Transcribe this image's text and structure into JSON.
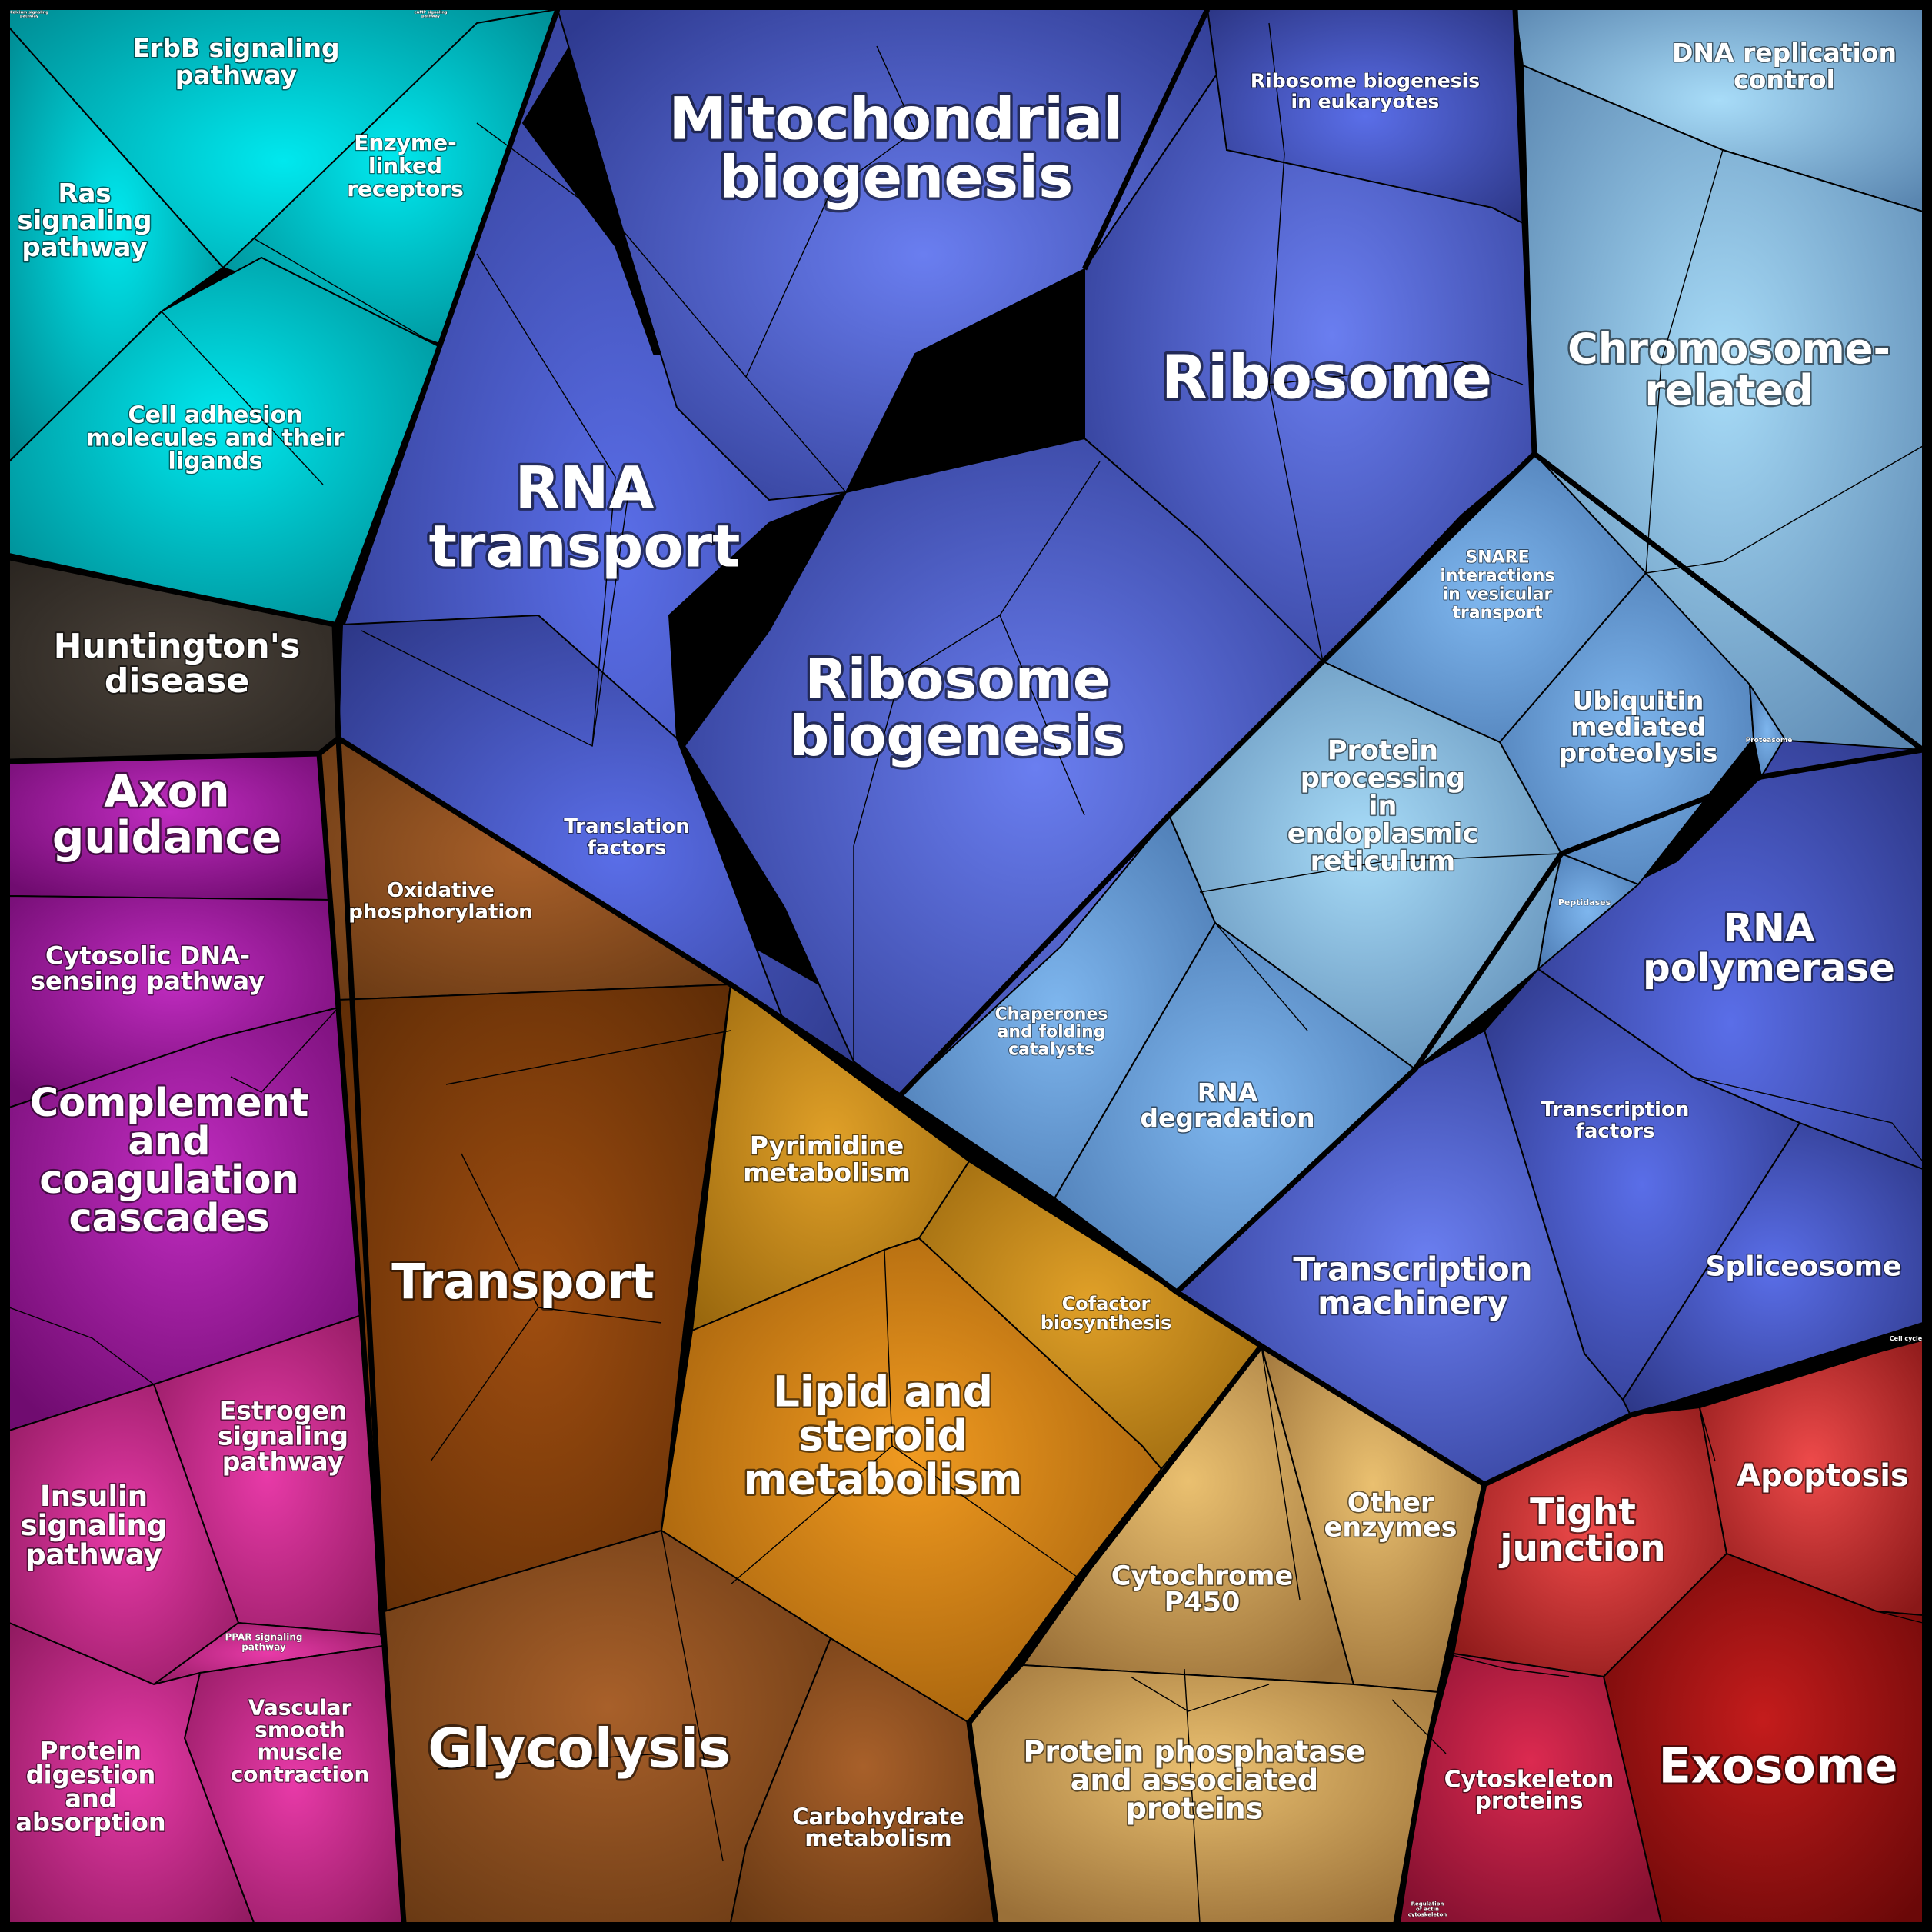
{
  "regions": {
    "cyan": {
      "color": "#00b5c0",
      "glow": "#00e8ee"
    },
    "navy": {
      "color": "#3f52b8",
      "glow": "#6a7ef0"
    },
    "steel": {
      "color": "#5f93c8",
      "glow": "#a5d3f5"
    },
    "dark": {
      "color": "#3a342e",
      "glow": "#4a423a"
    },
    "purple": {
      "color": "#a0159d",
      "glow": "#d03ac8"
    },
    "brown": {
      "color": "#8a4810",
      "glow": "#b05a10"
    },
    "orange": {
      "color": "#c77a10",
      "glow": "#f0a020"
    },
    "tan": {
      "color": "#b89050",
      "glow": "#e8be6a"
    },
    "red": {
      "color": "#b8222a",
      "glow": "#e84848"
    }
  },
  "labels": {
    "rna_transport": [
      "RNA",
      "transport"
    ],
    "mito": [
      "Mitochondrial",
      "biogenesis"
    ],
    "ribosome": [
      "Ribosome"
    ],
    "ribo_biogenesis_euk": [
      "Ribosome biogenesis",
      "in eukaryotes"
    ],
    "ribo_biogenesis": [
      "Ribosome",
      "biogenesis"
    ],
    "translation_factors": [
      "Translation",
      "factors"
    ],
    "dna_replication": [
      "DNA replication",
      "control"
    ],
    "chromosome": [
      "Chromosome-",
      "related"
    ],
    "snare": [
      "SNARE",
      "interactions",
      "in vesicular",
      "transport"
    ],
    "ubiquitin": [
      "Ubiquitin",
      "mediated",
      "proteolysis"
    ],
    "proteasome": [
      "Proteasome"
    ],
    "peptidases": [
      "Peptidases"
    ],
    "protein_er": [
      "Protein",
      "processing",
      "in",
      "endoplasmic",
      "reticulum"
    ],
    "chaperones": [
      "Chaperones",
      "and folding",
      "catalysts"
    ],
    "rna_degradation": [
      "RNA",
      "degradation"
    ],
    "rna_polymerase": [
      "RNA",
      "polymerase"
    ],
    "transcription_factors": [
      "Transcription",
      "factors"
    ],
    "spliceosome": [
      "Spliceosome"
    ],
    "transcription_machinery": [
      "Transcription",
      "machinery"
    ],
    "erbb": [
      "ErbB signaling",
      "pathway"
    ],
    "ras": [
      "Ras",
      "signaling",
      "pathway"
    ],
    "enzyme_linked": [
      "Enzyme-",
      "linked",
      "receptors"
    ],
    "cell_adhesion": [
      "Cell adhesion",
      "molecules and their",
      "ligands"
    ],
    "calcium": [
      "Calcium signaling",
      "pathway"
    ],
    "camp": [
      "cAMP signaling",
      "pathway"
    ],
    "huntington": [
      "Huntington's",
      "disease"
    ],
    "axon": [
      "Axon",
      "guidance"
    ],
    "cytosolic_dna": [
      "Cytosolic DNA-",
      "sensing pathway"
    ],
    "complement": [
      "Complement",
      "and",
      "coagulation",
      "cascades"
    ],
    "estrogen": [
      "Estrogen",
      "signaling",
      "pathway"
    ],
    "insulin": [
      "Insulin",
      "signaling",
      "pathway"
    ],
    "ppar": [
      "PPAR signaling",
      "pathway"
    ],
    "vascular": [
      "Vascular",
      "smooth",
      "muscle",
      "contraction"
    ],
    "protein_digestion": [
      "Protein",
      "digestion",
      "and",
      "absorption"
    ],
    "oxidative": [
      "Oxidative",
      "phosphorylation"
    ],
    "transport": [
      "Transport"
    ],
    "pyrimidine": [
      "Pyrimidine",
      "metabolism"
    ],
    "cofactor": [
      "Cofactor",
      "biosynthesis"
    ],
    "lipid": [
      "Lipid and",
      "steroid",
      "metabolism"
    ],
    "glycolysis": [
      "Glycolysis"
    ],
    "carbohydrate": [
      "Carbohydrate",
      "metabolism"
    ],
    "cytochrome": [
      "Cytochrome",
      "P450"
    ],
    "other_enzymes": [
      "Other",
      "enzymes"
    ],
    "phosphatase": [
      "Protein phosphatase",
      "and associated",
      "proteins"
    ],
    "tight_junction": [
      "Tight",
      "junction"
    ],
    "apoptosis": [
      "Apoptosis"
    ],
    "exosome": [
      "Exosome"
    ],
    "cytoskeleton": [
      "Cytoskeleton",
      "proteins"
    ],
    "actin": [
      "Regulation",
      "of actin",
      "cytoskeleton"
    ],
    "cell_cycle": [
      "Cell cycle"
    ]
  }
}
